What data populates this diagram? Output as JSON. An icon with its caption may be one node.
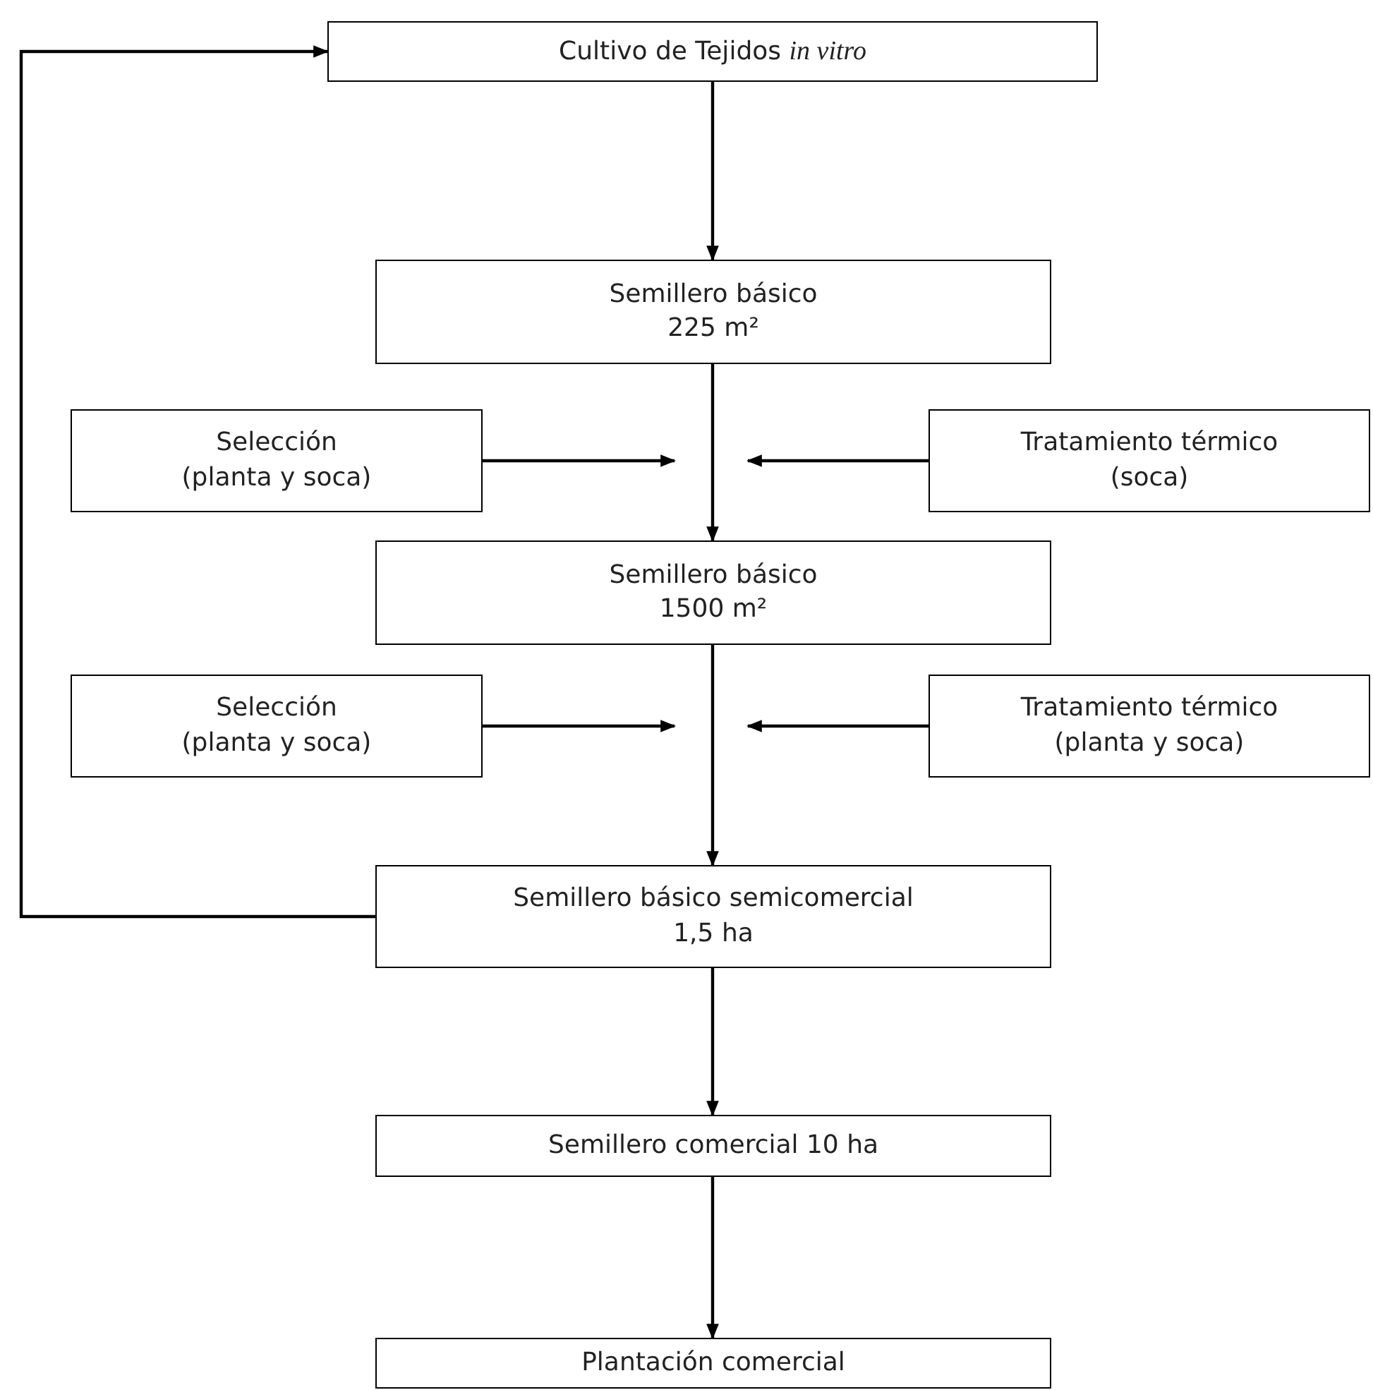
{
  "diagram": {
    "nodes": [
      {
        "text": [
          "Cultivo de Tejidos *in vitro*"
        ]
      },
      {
        "text": [
          "Semillero básico",
          "225 m²"
        ]
      },
      {
        "text": [
          "Selección",
          "(planta y soca)"
        ]
      },
      {
        "text": [
          "Tratamiento térmico",
          "(soca)"
        ]
      },
      {
        "text": [
          "Semillero básico",
          "1500 m²"
        ]
      },
      {
        "text": [
          "Selección",
          "(planta y soca)"
        ]
      },
      {
        "text": [
          "Tratamiento térmico",
          "(planta y soca)"
        ]
      },
      {
        "text": [
          "Semillero básico semicomercial",
          "1,5 ha"
        ]
      },
      {
        "text": [
          "Semillero comercial 10 ha"
        ]
      },
      {
        "text": [
          "Plantación comercial"
        ]
      }
    ],
    "edges": [
      {
        "from": 0,
        "to": 1,
        "arrow": "to"
      },
      {
        "from": 1,
        "to": 4,
        "arrow": "to"
      },
      {
        "from": 2,
        "to": null,
        "arrow": "to"
      },
      {
        "from": 3,
        "to": null,
        "arrow": "to"
      },
      {
        "from": 4,
        "to": 7,
        "arrow": "to"
      },
      {
        "from": 5,
        "to": null,
        "arrow": "to"
      },
      {
        "from": 6,
        "to": null,
        "arrow": "to"
      },
      {
        "from": 7,
        "to": 0,
        "arrow": "to"
      },
      {
        "from": 7,
        "to": 8,
        "arrow": "to"
      },
      {
        "from": 8,
        "to": 9,
        "arrow": "to"
      }
    ]
  }
}
